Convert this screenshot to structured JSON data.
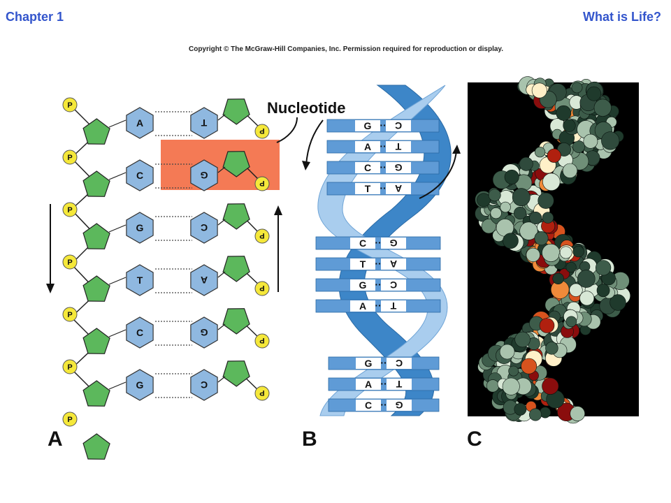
{
  "header": {
    "left": "Chapter 1",
    "right": "What is Life?"
  },
  "copyright": "Copyright © The McGraw-Hill Companies, Inc. Permission required for reproduction or display.",
  "nucleotide_label": "Nucleotide",
  "panels": {
    "a": "A",
    "b": "B",
    "c": "C"
  },
  "phosphate": "P",
  "panel_a_pairs": [
    {
      "left": "A",
      "right": "T"
    },
    {
      "left": "C",
      "right": "G"
    },
    {
      "left": "G",
      "right": "C"
    },
    {
      "left": "T",
      "right": "A"
    },
    {
      "left": "C",
      "right": "G"
    },
    {
      "left": "G",
      "right": "C"
    }
  ],
  "panel_b_pairs_top": [
    {
      "left": "G",
      "right": "C"
    },
    {
      "left": "A",
      "right": "T"
    },
    {
      "left": "C",
      "right": "G"
    },
    {
      "left": "T",
      "right": "A"
    }
  ],
  "panel_b_pairs_mid": [
    {
      "left": "C",
      "right": "G"
    },
    {
      "left": "T",
      "right": "A"
    },
    {
      "left": "G",
      "right": "C"
    },
    {
      "left": "A",
      "right": "T"
    }
  ],
  "panel_b_pairs_bottom": [
    {
      "left": "G",
      "right": "C"
    },
    {
      "left": "A",
      "right": "T"
    },
    {
      "left": "C",
      "right": "G"
    }
  ],
  "colors": {
    "header": "#3355cc",
    "sugar": "#5cb85c",
    "base": "#8fb8e0",
    "phosphate": "#f5e83a",
    "highlight": "#f47a55",
    "helix_dark": "#3d86c8",
    "helix_light": "#a9cdee"
  }
}
